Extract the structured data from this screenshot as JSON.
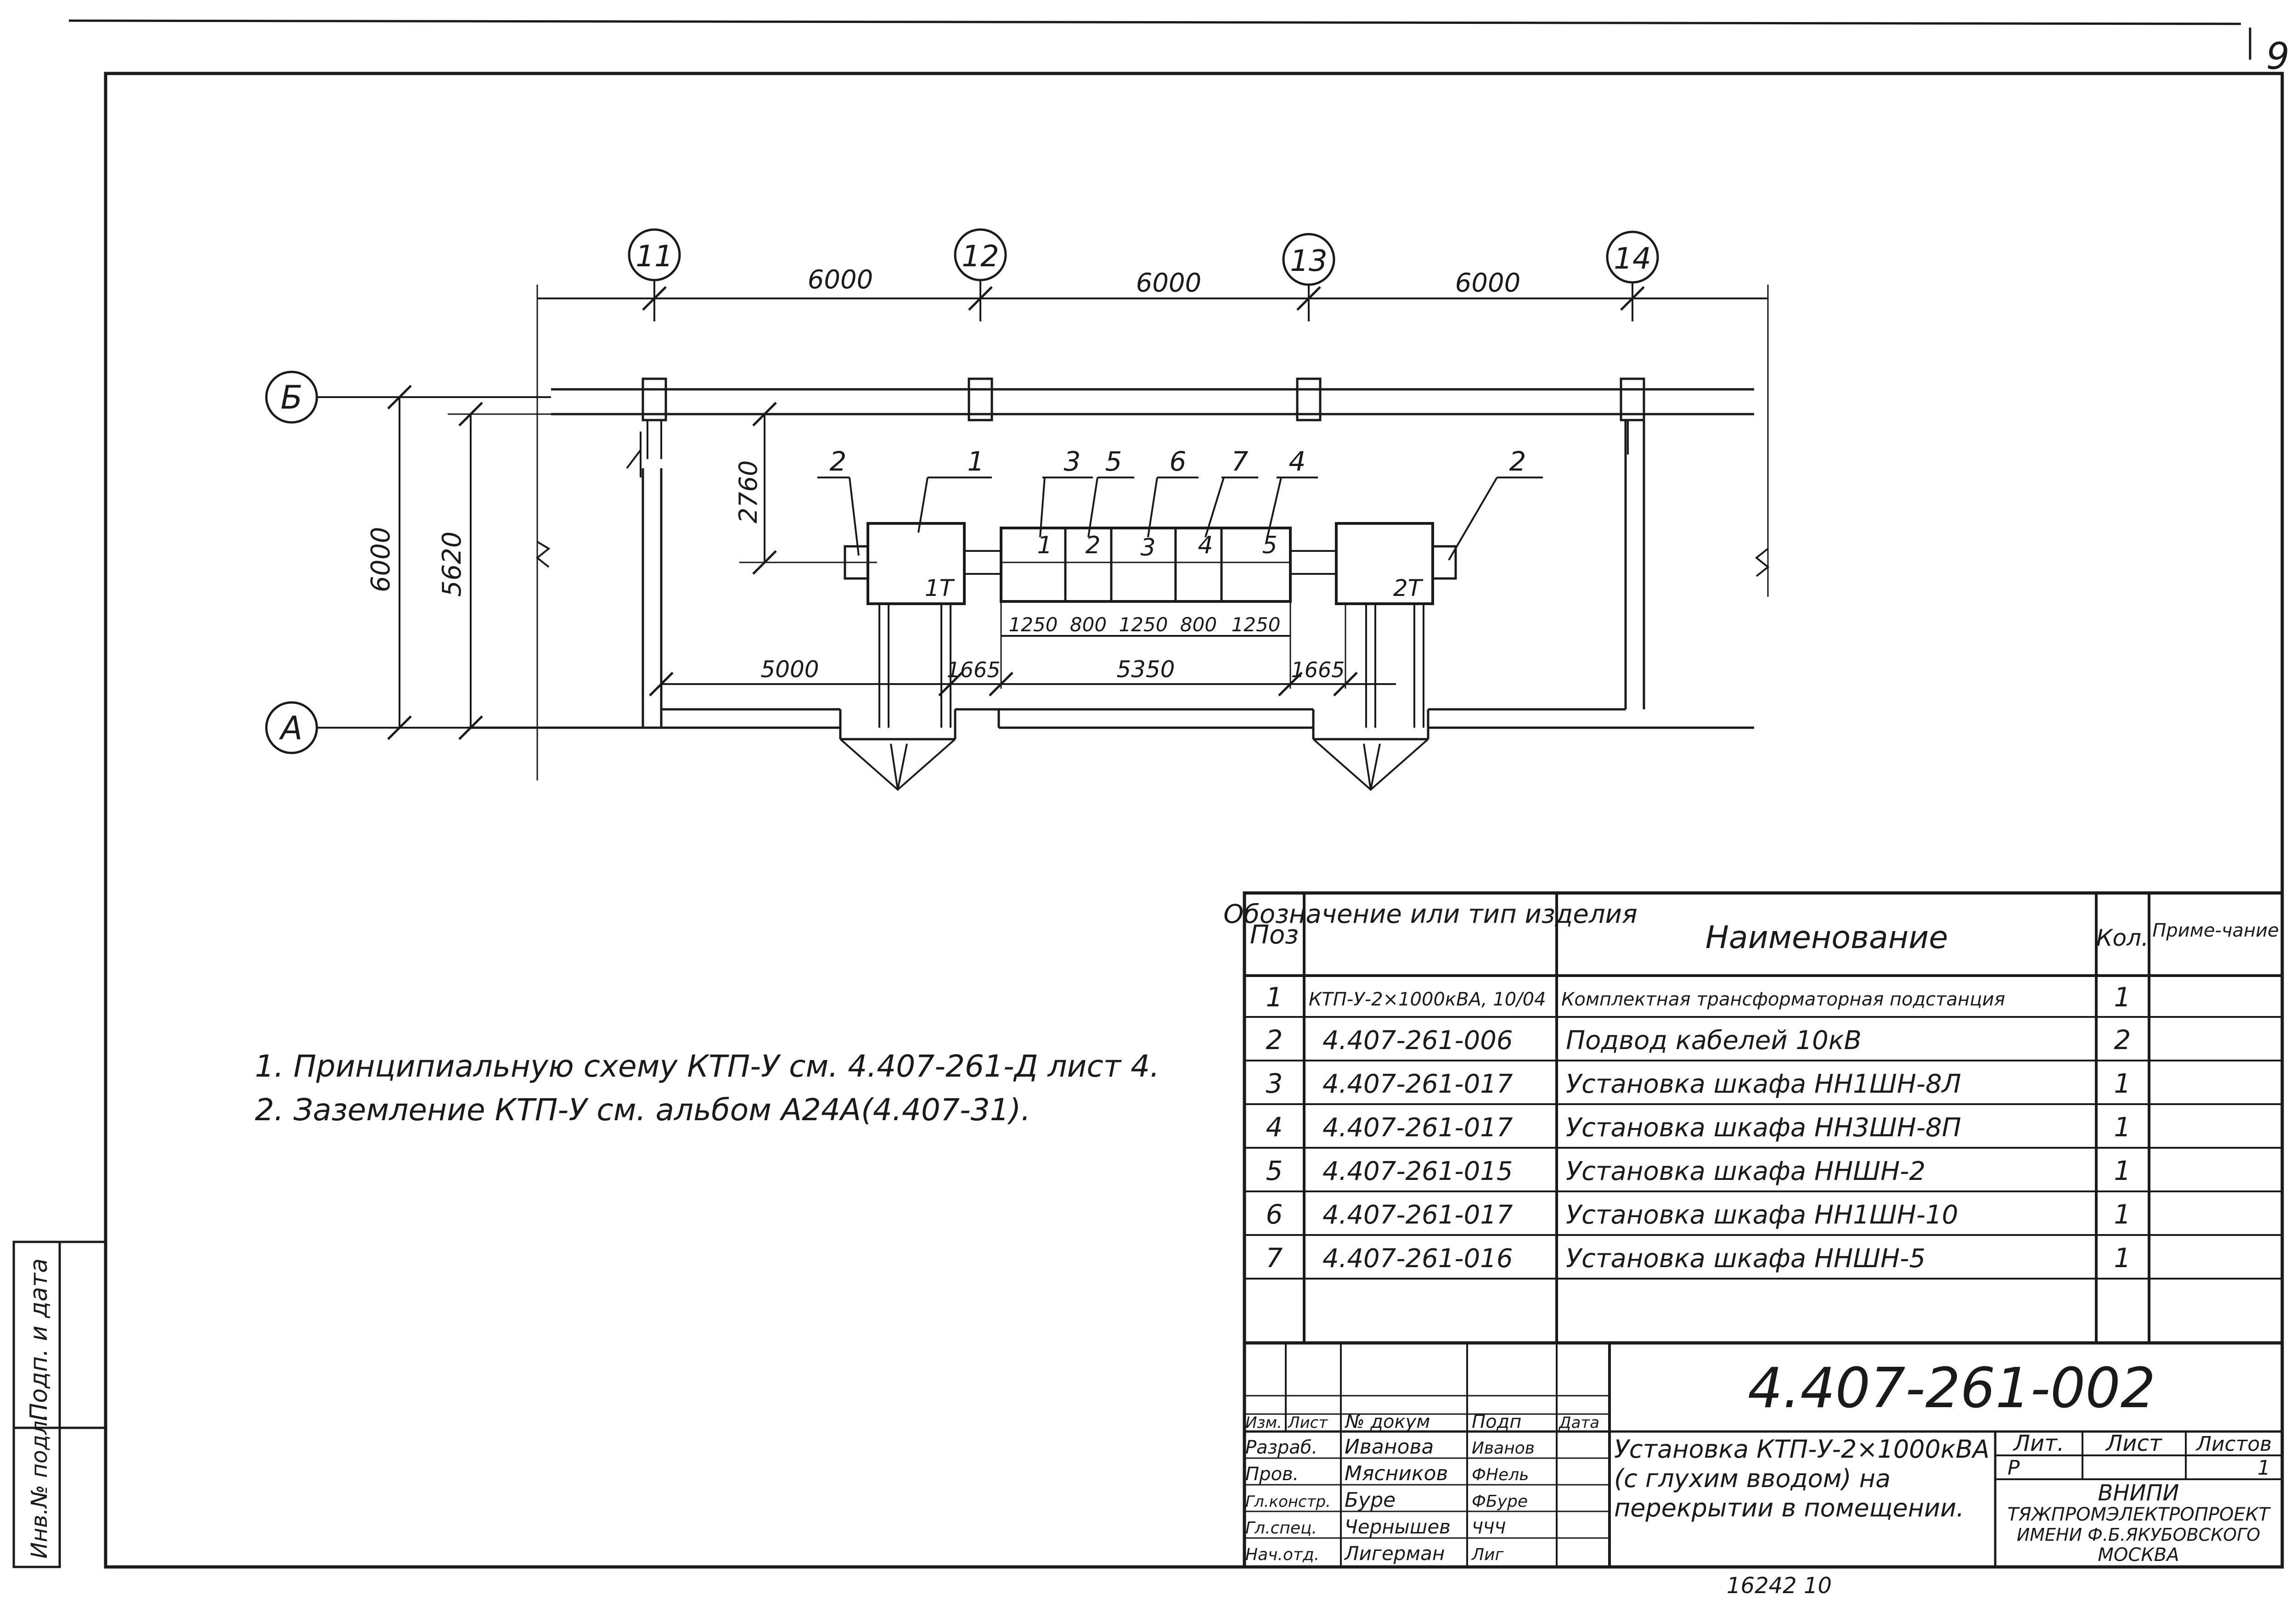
{
  "sheet_number": "9",
  "axes": {
    "columns": [
      "11",
      "12",
      "13",
      "14"
    ],
    "rows": [
      "Б",
      "А"
    ]
  },
  "dimensions": {
    "top": [
      "6000",
      "6000",
      "6000"
    ],
    "left": [
      "6000",
      "5620"
    ],
    "offset": "2760",
    "cabinets": [
      "1250",
      "800",
      "1250",
      "800",
      "1250"
    ],
    "bottom": [
      "5000",
      "1665",
      "5350",
      "1665"
    ]
  },
  "plan": {
    "callouts": [
      "2",
      "1",
      "3",
      "5",
      "6",
      "7",
      "4",
      "2"
    ],
    "cabinet_numbers": [
      "1",
      "2",
      "3",
      "4",
      "5"
    ],
    "transformers": [
      "1Т",
      "2Т"
    ]
  },
  "notes": [
    "1. Принципиальную схему КТП-У см. 4.407-261-Д лист 4.",
    "2. Заземление КТП-У см. альбом А24А(4.407-31)."
  ],
  "spec": {
    "headers": {
      "pos": "Поз",
      "designation": "Обозначение или тип изделия",
      "name": "Наименование",
      "qty": "Кол.",
      "note": "Приме-чание"
    },
    "rows": [
      {
        "pos": "1",
        "designation": "КТП-У-2×1000кВА, 10/04",
        "name": "Комплектная трансформаторная подстанция",
        "qty": "1"
      },
      {
        "pos": "2",
        "designation": "4.407-261-006",
        "name": "Подвод кабелей 10кВ",
        "qty": "2"
      },
      {
        "pos": "3",
        "designation": "4.407-261-017",
        "name": "Установка шкафа НН1ШН-8Л",
        "qty": "1"
      },
      {
        "pos": "4",
        "designation": "4.407-261-017",
        "name": "Установка шкафа НН3ШН-8П",
        "qty": "1"
      },
      {
        "pos": "5",
        "designation": "4.407-261-015",
        "name": "Установка шкафа ННШН-2",
        "qty": "1"
      },
      {
        "pos": "6",
        "designation": "4.407-261-017",
        "name": "Установка шкафа НН1ШН-10",
        "qty": "1"
      },
      {
        "pos": "7",
        "designation": "4.407-261-016",
        "name": "Установка шкафа ННШН-5",
        "qty": "1"
      }
    ]
  },
  "title_block": {
    "doc_number": "4.407-261-002",
    "title": "Установка КТП-У-2×1000кВА (с глухим вводом) на перекрытии в помещении.",
    "col_headers": [
      "Изм.",
      "Лист",
      "№ докум",
      "Подп",
      "Дата"
    ],
    "staff": [
      {
        "role": "Разраб.",
        "name": "Иванова",
        "sign": "Иванов"
      },
      {
        "role": "Пров.",
        "name": "Мясников",
        "sign": "ФНель"
      },
      {
        "role": "Гл.констр.",
        "name": "Буре",
        "sign": "ФБуре"
      },
      {
        "role": "Гл.спец.",
        "name": "Чернышев",
        "sign": "ЧЧЧ"
      },
      {
        "role": "Нач.отд.",
        "name": "Лигерман",
        "sign": "Лиг"
      }
    ],
    "lit_label": "Лит.",
    "sheet_label": "Лист",
    "sheets_label": "Листов",
    "lit_value": "Р",
    "sheets_value": "1",
    "org": [
      "ВНИПИ",
      "ТЯЖПРОМЭЛЕКТРОПРОЕКТ",
      "ИМЕНИ Ф.Б.ЯКУБОВСКОГО",
      "МОСКВА"
    ]
  },
  "side_stamp": [
    "Подп. и дата",
    "Инв.№ подл."
  ],
  "bottom_scribble": "16242   10"
}
